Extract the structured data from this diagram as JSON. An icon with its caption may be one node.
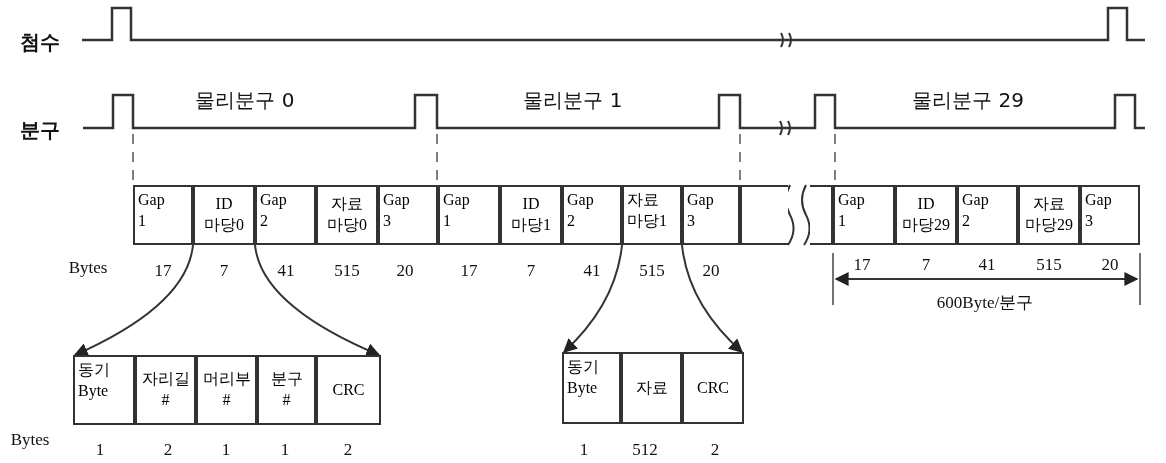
{
  "diagram": {
    "nodes": [
      {
        "text": [
          "Gap 1"
        ]
      },
      {
        "text": [
          "ID 마당0"
        ]
      },
      {
        "text": [
          "Gap 2"
        ]
      },
      {
        "text": [
          "자료 마당0"
        ]
      },
      {
        "text": [
          "Gap 3"
        ]
      },
      {
        "text": [
          "Gap 1"
        ]
      },
      {
        "text": [
          "ID 마당1"
        ]
      },
      {
        "text": [
          "Gap 2"
        ]
      },
      {
        "text": [
          "자료 마당1"
        ]
      },
      {
        "text": [
          "Gap 3"
        ]
      },
      {
        "text": [],
        "shape": "box"
      },
      {
        "text": [],
        "shape": "box"
      },
      {
        "text": [
          "Gap 1"
        ]
      },
      {
        "text": [
          "ID 마당29"
        ]
      },
      {
        "text": [
          "Gap 2"
        ]
      },
      {
        "text": [
          "자료 마당29"
        ]
      },
      {
        "text": [
          "Gap 3"
        ]
      },
      {
        "text": [
          "동기 Byte"
        ]
      },
      {
        "text": [
          "자리길 #"
        ]
      },
      {
        "text": [
          "머리부 #"
        ]
      },
      {
        "text": [
          "분구 #"
        ]
      },
      {
        "text": [
          "CRC"
        ]
      },
      {
        "text": [
          "동기 Byte"
        ]
      },
      {
        "text": [
          "자료"
        ]
      },
      {
        "text": [
          "CRC"
        ]
      }
    ],
    "edges": [
      {
        "from": 1,
        "to": 17,
        "arrow": "to"
      },
      {
        "from": 1,
        "to": 21,
        "arrow": "to"
      },
      {
        "from": 8,
        "to": 22,
        "arrow": "to"
      },
      {
        "from": 8,
        "to": 24,
        "arrow": "to"
      }
    ],
    "labels": [
      "첨수",
      "분구",
      "물리분구 0",
      "물리분구 1",
      "물리분구 29",
      "Bytes",
      "17",
      "7",
      "41",
      "515",
      "20",
      "17",
      "7",
      "41",
      "515",
      "20",
      "17",
      "7",
      "41",
      "515",
      "20",
      "600Byte/분구",
      "Bytes",
      "1",
      "2",
      "1",
      "1",
      "2",
      "1",
      "512",
      "2"
    ]
  }
}
